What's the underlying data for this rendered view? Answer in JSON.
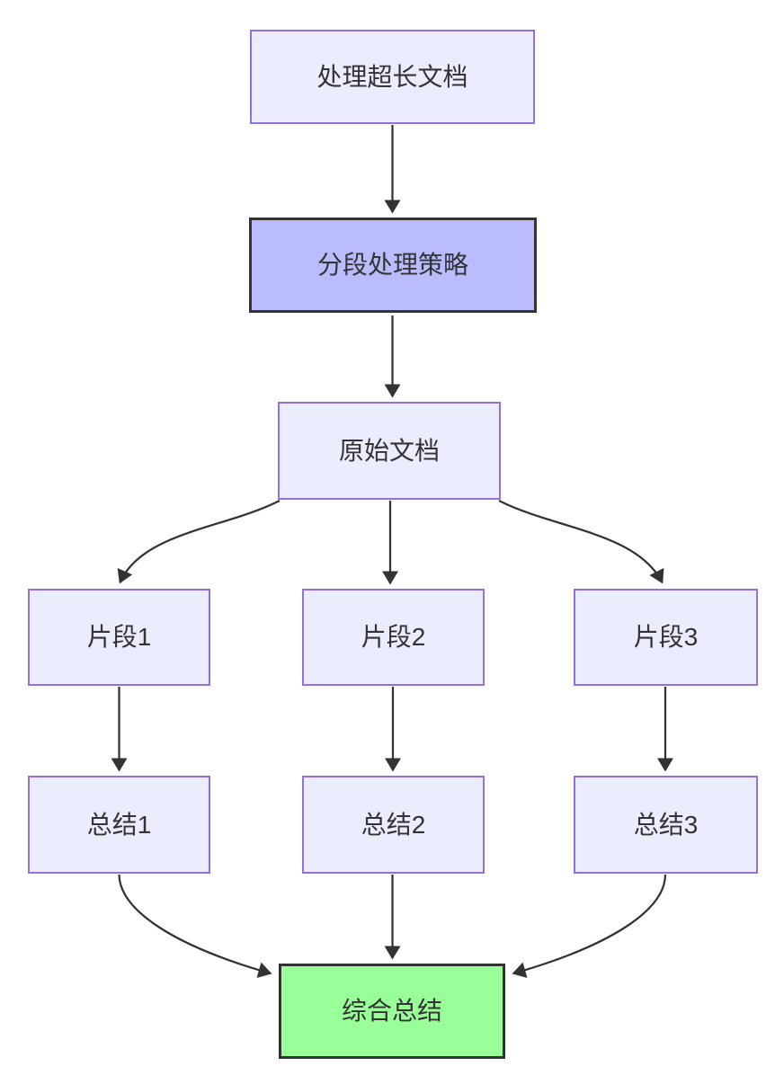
{
  "diagram": {
    "type": "flowchart-top-down",
    "nodes": [
      {
        "id": "A",
        "label": "处理超长文档",
        "style": "default"
      },
      {
        "id": "B",
        "label": "分段处理策略",
        "style": "emphasis"
      },
      {
        "id": "C",
        "label": "原始文档",
        "style": "default"
      },
      {
        "id": "D1",
        "label": "片段1",
        "style": "default"
      },
      {
        "id": "D2",
        "label": "片段2",
        "style": "default"
      },
      {
        "id": "D3",
        "label": "片段3",
        "style": "default"
      },
      {
        "id": "E1",
        "label": "总结1",
        "style": "default"
      },
      {
        "id": "E2",
        "label": "总结2",
        "style": "default"
      },
      {
        "id": "E3",
        "label": "总结3",
        "style": "default"
      },
      {
        "id": "F",
        "label": "综合总结",
        "style": "success"
      }
    ],
    "edges": [
      {
        "from": "处理超长文档",
        "to": "分段处理策略"
      },
      {
        "from": "分段处理策略",
        "to": "原始文档"
      },
      {
        "from": "原始文档",
        "to": "片段1"
      },
      {
        "from": "原始文档",
        "to": "片段2"
      },
      {
        "from": "原始文档",
        "to": "片段3"
      },
      {
        "from": "片段1",
        "to": "总结1"
      },
      {
        "from": "片段2",
        "to": "总结2"
      },
      {
        "from": "片段3",
        "to": "总结3"
      },
      {
        "from": "总结1",
        "to": "综合总结"
      },
      {
        "from": "总结2",
        "to": "综合总结"
      },
      {
        "from": "总结3",
        "to": "综合总结"
      }
    ],
    "colors": {
      "node_fill": "#ECECFF",
      "node_border": "#9370DB",
      "emphasis_fill": "#bbbbff",
      "emphasis_border": "#333333",
      "success_fill": "#99ff99",
      "success_border": "#333333",
      "edge": "#333333",
      "text": "#333333",
      "background": "#ffffff"
    }
  }
}
